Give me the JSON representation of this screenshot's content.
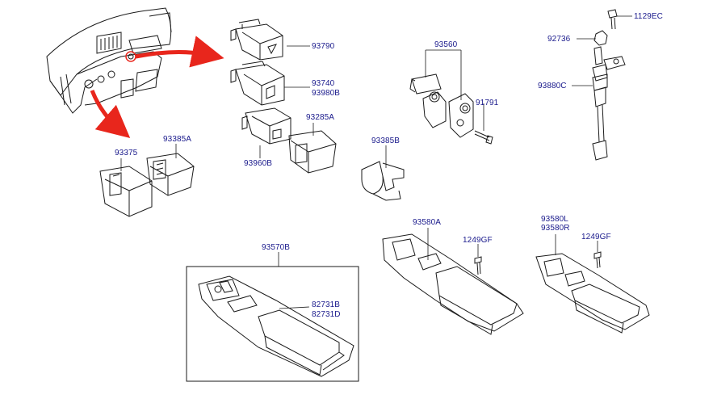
{
  "diagram": {
    "line_color": "#1a1a1a",
    "label_color": "#1a1a8c",
    "arrow_color": "#e8261c",
    "parts": {
      "p93790": "93790",
      "p93740": "93740",
      "p93980B": "93980B",
      "p93960B": "93960B",
      "p93285A": "93285A",
      "p93375": "93375",
      "p93385A": "93385A",
      "p93560": "93560",
      "p91791": "91791",
      "p93385B": "93385B",
      "p1129EC": "1129EC",
      "p92736": "92736",
      "p93880C": "93880C",
      "p93570B": "93570B",
      "p82731B": "82731B",
      "p82731D": "82731D",
      "p93580A": "93580A",
      "p1249GF_a": "1249GF",
      "p93580L": "93580L",
      "p93580R": "93580R",
      "p1249GF_b": "1249GF"
    }
  }
}
